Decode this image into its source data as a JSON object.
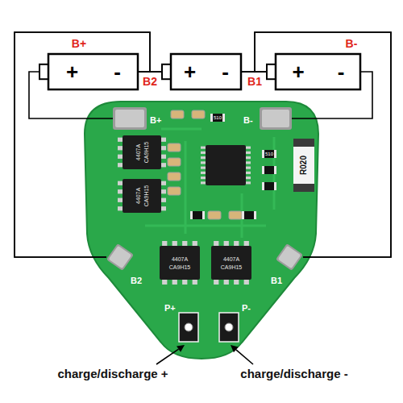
{
  "diagram": {
    "nodes": [
      {
        "text": [
          "+",
          "-"
        ]
      },
      {
        "text": [
          "+",
          "-"
        ]
      },
      {
        "text": [
          "+",
          "-"
        ]
      },
      {
        "text": [
          "B+"
        ]
      },
      {
        "text": [
          "B-"
        ]
      },
      {
        "text": [
          "B2"
        ]
      },
      {
        "text": [
          "B1"
        ]
      },
      {
        "text": [
          "P+"
        ]
      },
      {
        "text": [
          "P-"
        ]
      }
    ],
    "edges": [
      {
        "from": 0,
        "to": 3,
        "arrow": "none"
      },
      {
        "from": 0,
        "to": 1,
        "arrow": "none"
      },
      {
        "from": 1,
        "to": 2,
        "arrow": "none"
      },
      {
        "from": 0,
        "to": 5,
        "arrow": "none"
      },
      {
        "from": 1,
        "to": 5,
        "arrow": "none"
      },
      {
        "from": 1,
        "to": 6,
        "arrow": "none"
      },
      {
        "from": 2,
        "to": 6,
        "arrow": "none"
      },
      {
        "from": 2,
        "to": 4,
        "arrow": "none"
      }
    ],
    "labels": [
      "B+",
      "B2",
      "B1",
      "B-",
      "510",
      "510",
      "R020",
      "4407A",
      "CA9H15",
      "4407A",
      "CA9H15",
      "4407A",
      "CA9H15",
      "4407A",
      "CA9H15",
      "charge/discharge +",
      "charge/discharge -"
    ]
  }
}
